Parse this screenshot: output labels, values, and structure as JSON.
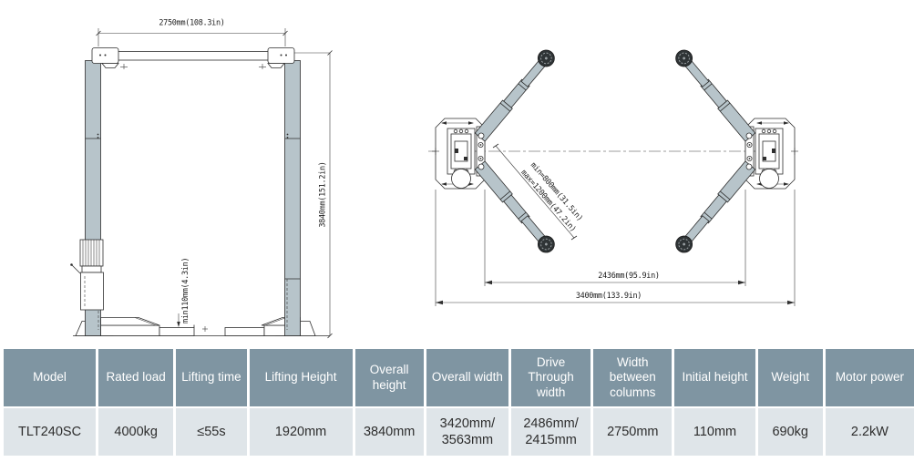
{
  "diagrams": {
    "front_view": {
      "width_dim": "2750mm(108.3in)",
      "height_dim": "3840mm(151.2in)",
      "min_pad_height_dim": "min110mm(4.3in)"
    },
    "top_view": {
      "arm_reach_min": "min=800mm(31.5in)",
      "arm_reach_max": "max=1200mm(47.2in)",
      "inner_width_dim": "2436mm(95.9in)",
      "overall_width_dim": "3400mm(133.9in)"
    }
  },
  "spec_table": {
    "headers": [
      "Model",
      "Rated load",
      "Lifting time",
      "Lifting Height",
      "Overall height",
      "Overall width",
      "Drive Through width",
      "Width between columns",
      "Initial height",
      "Weight",
      "Motor power"
    ],
    "row": [
      "TLT240SC",
      "4000kg",
      "≤55s",
      "1920mm",
      "3840mm",
      "3420mm/\n3563mm",
      "2486mm/\n2415mm",
      "2750mm",
      "110mm",
      "690kg",
      "2.2kW"
    ]
  },
  "colors": {
    "header_bg": "#7f95a2",
    "row_bg": "#dfe5e9",
    "steel_fill": "#b7c4ca"
  }
}
